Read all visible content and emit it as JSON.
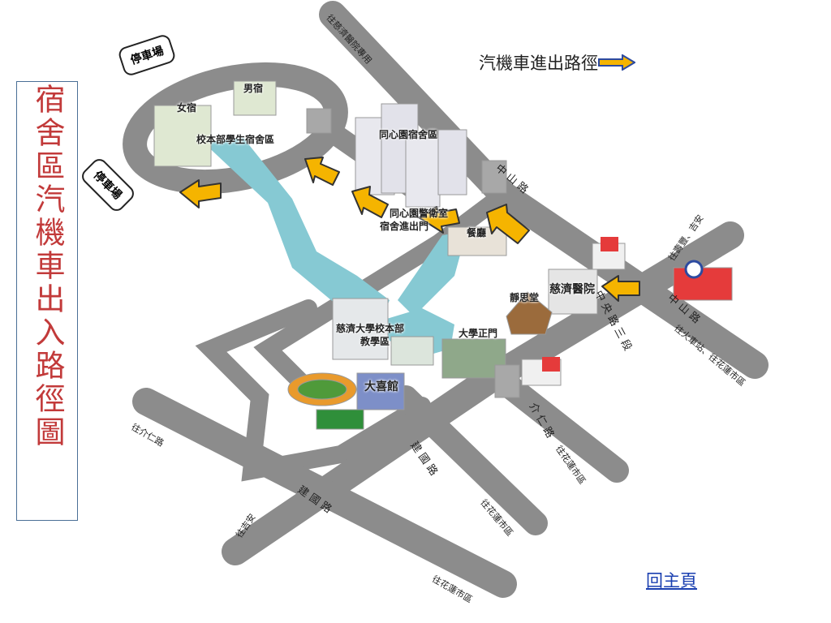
{
  "title": "宿舍區汽機車出入路徑圖",
  "legend": {
    "label": "汽機車進出路徑"
  },
  "home_link": "回主頁",
  "places": {
    "parking_top": "停車場",
    "parking_left": "停車場",
    "girls_dorm": "女宿",
    "boys_dorm": "男宿",
    "main_dorm": "校本部學生宿舍區",
    "tongxin_dorm": "同心園宿舍區",
    "guard_room": "同心園警衛室",
    "dorm_gate": "宿舍進出門",
    "dining": "餐廳",
    "hospital": "慈濟醫院",
    "jingsi": "靜思堂",
    "teaching": "慈濟大學校本部",
    "teaching2": "教學區",
    "main_gate": "大學正門",
    "daxi": "大喜館"
  },
  "roads": {
    "top_road": "往慈濟醫院專用",
    "zhongshan": "中 山 路",
    "to_shoufeng": "往壽豐、吉安",
    "zhongyang": "中 央 路 三 段",
    "to_hualien_station": "往火車站、往花蓮市區",
    "to_yanghui": "往介仁路",
    "to_hualien1": "往花蓮市區",
    "jianguo": "建 國 路",
    "to_hualien2": "往花蓮市區",
    "to_jianguo": "往吉安",
    "jianguo2": "建 國 路",
    "to_hualien3": "往花蓮市區",
    "lane": "介 仁 路"
  },
  "colors": {
    "road": "#8c8c8c",
    "path": "#86c9d3",
    "arrow": "#f5b400",
    "title": "#c23a3a",
    "link": "#1a3fb0"
  }
}
